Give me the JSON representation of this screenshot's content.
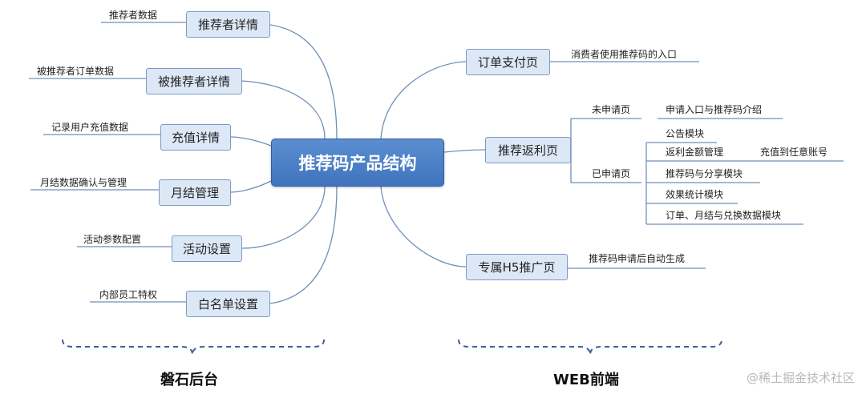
{
  "center": "推荐码产品结构",
  "left": [
    {
      "title": "推荐者详情",
      "detail": "推荐者数据"
    },
    {
      "title": "被推荐者详情",
      "detail": "被推荐者订单数据"
    },
    {
      "title": "充值详情",
      "detail": "记录用户充值数据"
    },
    {
      "title": "月结管理",
      "detail": "月结数据确认与管理"
    },
    {
      "title": "活动设置",
      "detail": "活动参数配置"
    },
    {
      "title": "白名单设置",
      "detail": "内部员工特权"
    }
  ],
  "right": {
    "order_page": {
      "title": "订单支付页",
      "detail": "消费者使用推荐码的入口"
    },
    "rebate_page": {
      "title": "推荐返利页",
      "not_applied": {
        "label": "未申请页",
        "item": "申请入口与推荐码介绍"
      },
      "applied": {
        "label": "已申请页",
        "items": [
          "公告模块",
          "返利金额管理",
          "推荐码与分享模块",
          "效果统计模块",
          "订单、月结与兑换数据模块"
        ],
        "sub_item": "充值到任意账号"
      }
    },
    "h5_page": {
      "title": "专属H5推广页",
      "detail": "推荐码申请后自动生成"
    }
  },
  "sections": {
    "left": "磐石后台",
    "right": "WEB前端"
  },
  "watermark": "@稀土掘金技术社区",
  "colors": {
    "center_fill": "#4a80c6",
    "node_fill": "#dde8f7",
    "node_border": "#7c99c6",
    "line": "#6f8fb8"
  }
}
